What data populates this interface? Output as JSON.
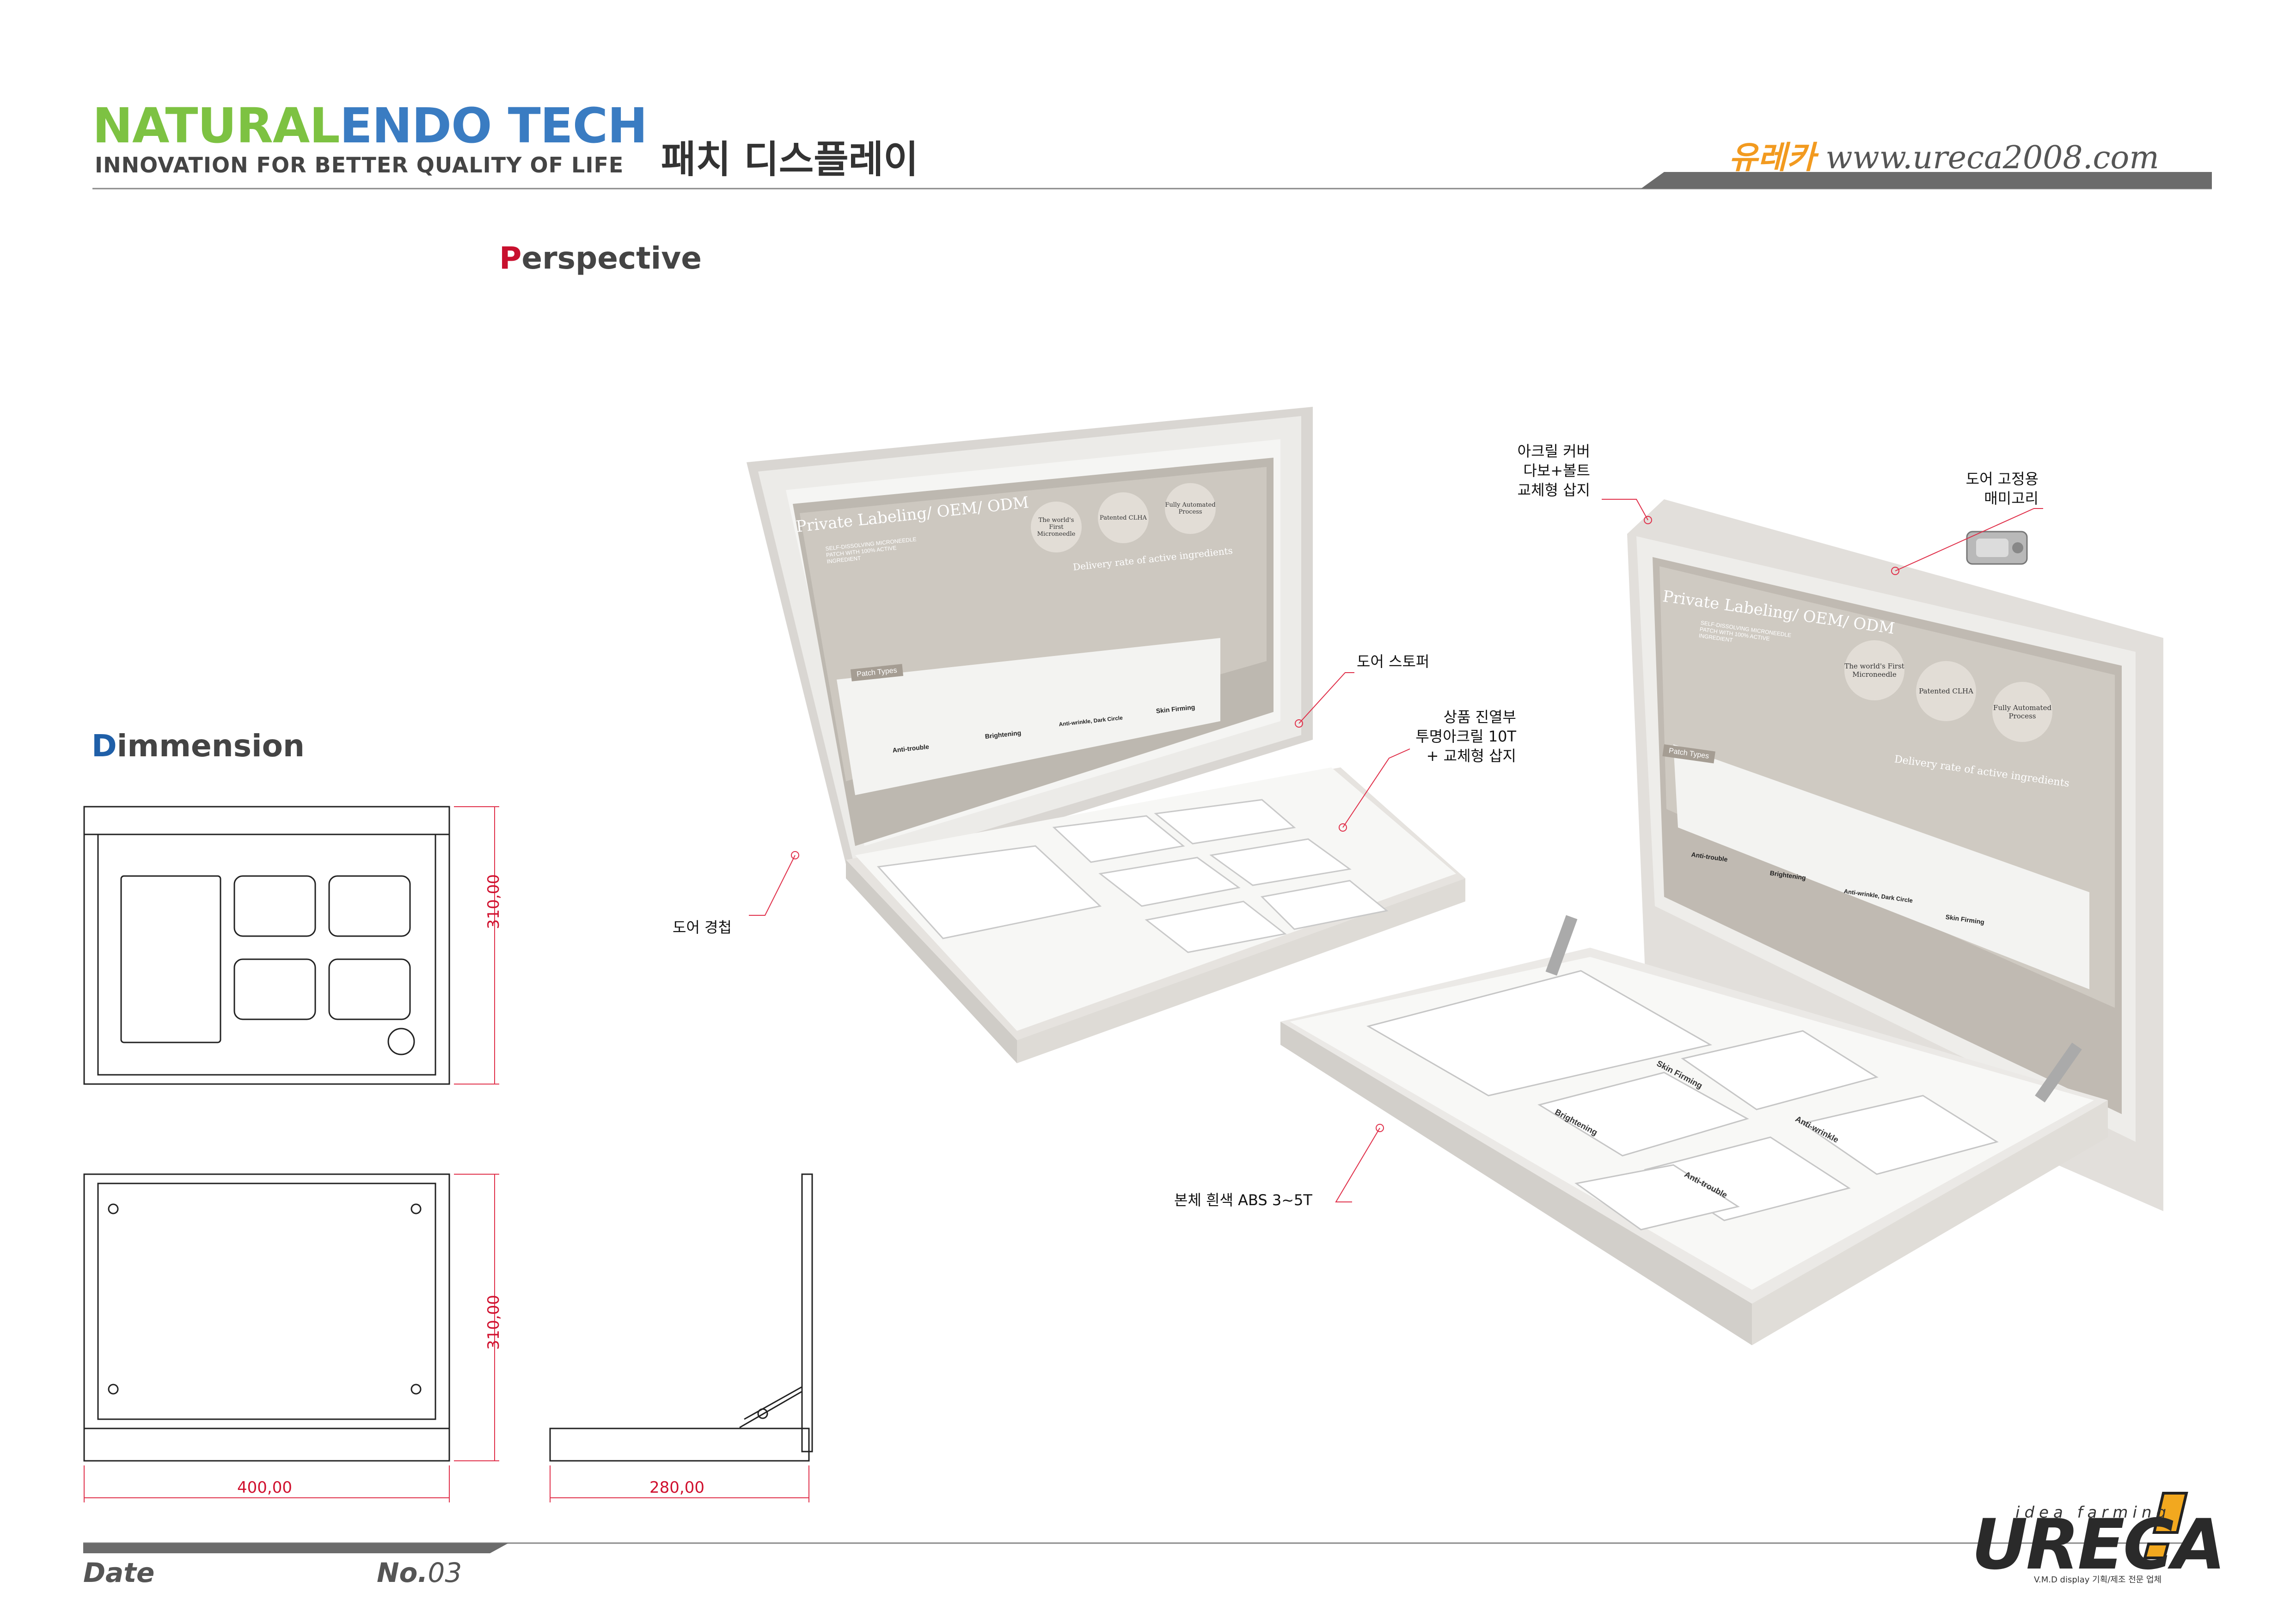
{
  "header": {
    "brand_title": "NATURALENDO TECH",
    "brand_tagline": "INNOVATION FOR BETTER QUALITY OF LIFE",
    "doc_title": "패치 디스플레이",
    "company_name": "유레카",
    "company_url": "www.ureca2008.com",
    "colors": {
      "brand_green": "#7dc242",
      "brand_blue": "#3a7cc2",
      "company_orange": "#f29a1f",
      "accent_red": "#c8102e",
      "header_bar": "#666666"
    }
  },
  "sections": {
    "perspective": {
      "first_letter": "P",
      "rest": "erspective"
    },
    "dimension": {
      "first_letter": "D",
      "rest": "immension"
    }
  },
  "callouts": {
    "acrylic_cover": [
      "아크릴 커버",
      "다보+볼트",
      "교체형 삽지"
    ],
    "door_latch": [
      "도어 고정용",
      "매미고리"
    ],
    "door_stopper": "도어 스토퍼",
    "product_display": [
      "상품 진열부",
      "투명아크릴 10T",
      "+ 교체형 삽지"
    ],
    "door_hinge": "도어 경첩",
    "body": "본체 흰색 ABS 3~5T"
  },
  "dimensions": {
    "front_height": "310,00",
    "back_height": "310,00",
    "width": "400,00",
    "depth": "280,00"
  },
  "panel": {
    "title": "Private Labeling/ OEM/ ODM",
    "subtitle": "SELF-DISSOLVING MICRONEEDLE PATCH WITH 100% ACTIVE INGREDIENT",
    "badges": [
      "The world's First Microneedle",
      "Patented CLHA",
      "Fully Automated Process"
    ],
    "delivery_title": "Delivery rate of active ingredients",
    "patch_types_label": "Patch Types",
    "patch_types": [
      "Anti-trouble",
      "Brightening",
      "Anti-wrinkle, Dark Circle",
      "Skin Firming"
    ]
  },
  "tray_labels": [
    "Skin Firming",
    "Anti-wrinkle",
    "Brightening",
    "Anti-trouble"
  ],
  "footer": {
    "date_label": "Date",
    "no_label": "No.",
    "no_value": "03",
    "logo_tagline": "idea farming",
    "logo_word": "URECA",
    "logo_sub": "V.M.D display 기획/제조 전문 업체"
  }
}
